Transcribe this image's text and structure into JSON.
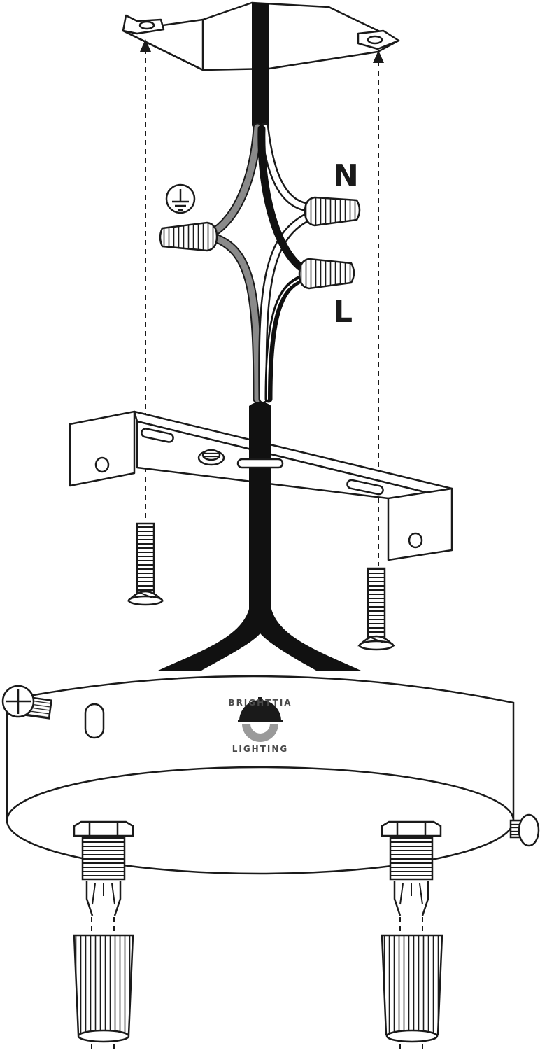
{
  "labels": {
    "neutral": "N",
    "live": "L"
  },
  "logo": {
    "top_text": "BRIGHTTIA",
    "bottom_text": "LIGHTING"
  },
  "colors": {
    "line": "#1a1a1a",
    "cable": "#111111",
    "ground_wire": "#8a8a8a",
    "fill": "#ffffff",
    "logo_grey": "#9a9a9a"
  }
}
